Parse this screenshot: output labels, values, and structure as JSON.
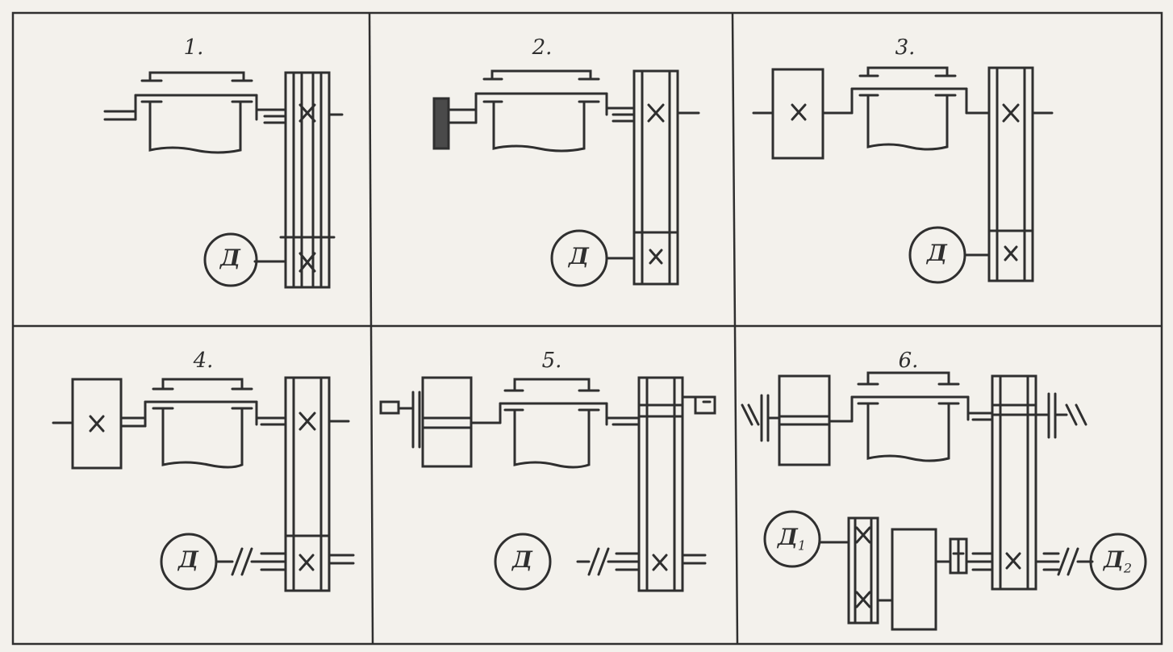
{
  "colors": {
    "ink": "#2f2f2f",
    "paper": "#f3f1ec"
  },
  "schemes": [
    {
      "number": "1.",
      "motors": [
        {
          "text": "Д",
          "sub": ""
        }
      ]
    },
    {
      "number": "2.",
      "motors": [
        {
          "text": "Д",
          "sub": ""
        }
      ]
    },
    {
      "number": "3.",
      "motors": [
        {
          "text": "Д",
          "sub": ""
        }
      ]
    },
    {
      "number": "4.",
      "motors": [
        {
          "text": "Д",
          "sub": ""
        }
      ]
    },
    {
      "number": "5.",
      "motors": [
        {
          "text": "Д",
          "sub": ""
        }
      ]
    },
    {
      "number": "6.",
      "motors": [
        {
          "text": "Д",
          "sub": "1"
        },
        {
          "text": "Д",
          "sub": "2"
        }
      ]
    }
  ]
}
